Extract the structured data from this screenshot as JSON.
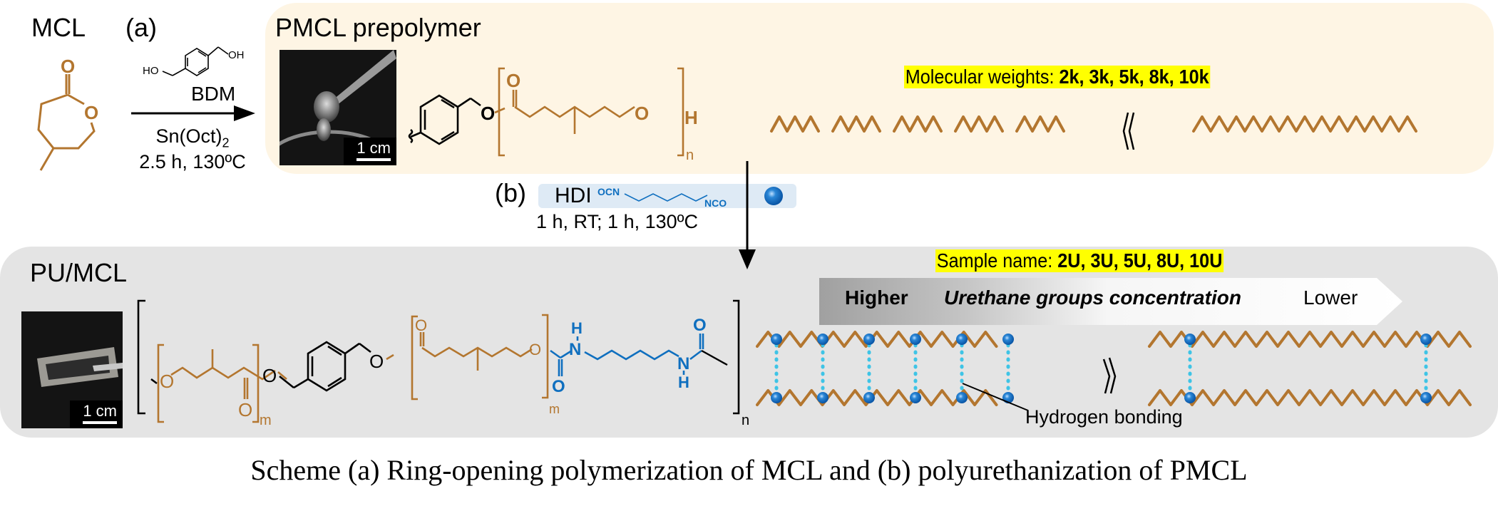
{
  "colors": {
    "brown": "#b3762f",
    "blue": "#0f6fbf",
    "light_blue_dots": "#3ec4e6",
    "highlight": "#ffff00",
    "top_panel_bg": "#fef5e4",
    "bottom_panel_bg": "#e4e4e4",
    "hdi_box_bg": "#deeaf5"
  },
  "step_a": {
    "monomer_label": "MCL",
    "step_label": "(a)",
    "reagent_label": "BDM",
    "reagent_structure_labels": [
      "HO",
      "OH"
    ],
    "catalyst_prefix": "Sn(Oct)",
    "catalyst_subscript": "2",
    "conditions": "2.5 h, 130ºC",
    "monomer_atoms": [
      "O",
      "O"
    ]
  },
  "prepolymer": {
    "title": "PMCL prepolymer",
    "photo_scale": "1 cm",
    "structure_atoms": [
      "O",
      "O",
      "O",
      "H"
    ],
    "repeat_subscript": "n",
    "mw_label": "Molecular weights: ",
    "mw_values": "2k, 3k, 5k, 8k, 10k",
    "comparison_symbol": "≪",
    "short_chain_count": 5,
    "long_chain_count": 1
  },
  "step_b": {
    "step_label": "(b)",
    "reagent_label": "HDI",
    "hdi_end_left": "OCN",
    "hdi_end_right": "NCO",
    "conditions": "1 h, RT; 1 h, 130ºC",
    "urethane_icon": "blue-sphere"
  },
  "polyurethane": {
    "title": "PU/MCL",
    "photo_scale": "1 cm",
    "structure_atoms": {
      "brown": [
        "O",
        "O",
        "O",
        "O",
        "O"
      ],
      "black": [
        "O",
        "O"
      ],
      "blue": [
        "H",
        "N",
        "O",
        "N",
        "H",
        "O"
      ]
    },
    "inner_subscript": "m",
    "outer_subscript": "n",
    "sample_label": "Sample name: ",
    "sample_values": "2U, 3U, 5U, 8U, 10U",
    "gradient_bar": {
      "left": "Higher",
      "middle": "Urethane groups concentration",
      "right": "Lower"
    },
    "comparison_symbol": "≫",
    "annotation": "Hydrogen bonding",
    "dense_crosslinks": 6,
    "sparse_crosslinks": 2
  },
  "caption": "Scheme (a) Ring-opening polymerization of MCL and (b) polyurethanization of PMCL"
}
